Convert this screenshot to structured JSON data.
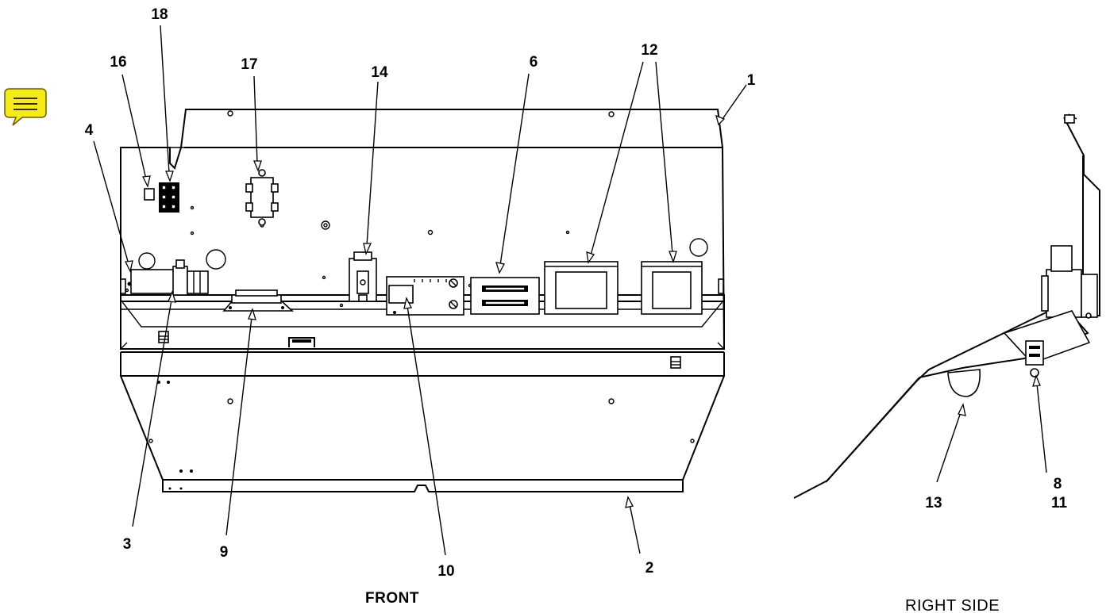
{
  "views": {
    "front": "FRONT",
    "right_side": "RIGHT SIDE"
  },
  "callouts": {
    "c1": "1",
    "c2": "2",
    "c3": "3",
    "c4": "4",
    "c6": "6",
    "c8": "8",
    "c9": "9",
    "c10": "10",
    "c11": "11",
    "c12": "12",
    "c13": "13",
    "c14": "14",
    "c16": "16",
    "c17": "17",
    "c18": "18"
  },
  "icons": {
    "note": "note-icon",
    "note_color": "#f5ea1c"
  }
}
